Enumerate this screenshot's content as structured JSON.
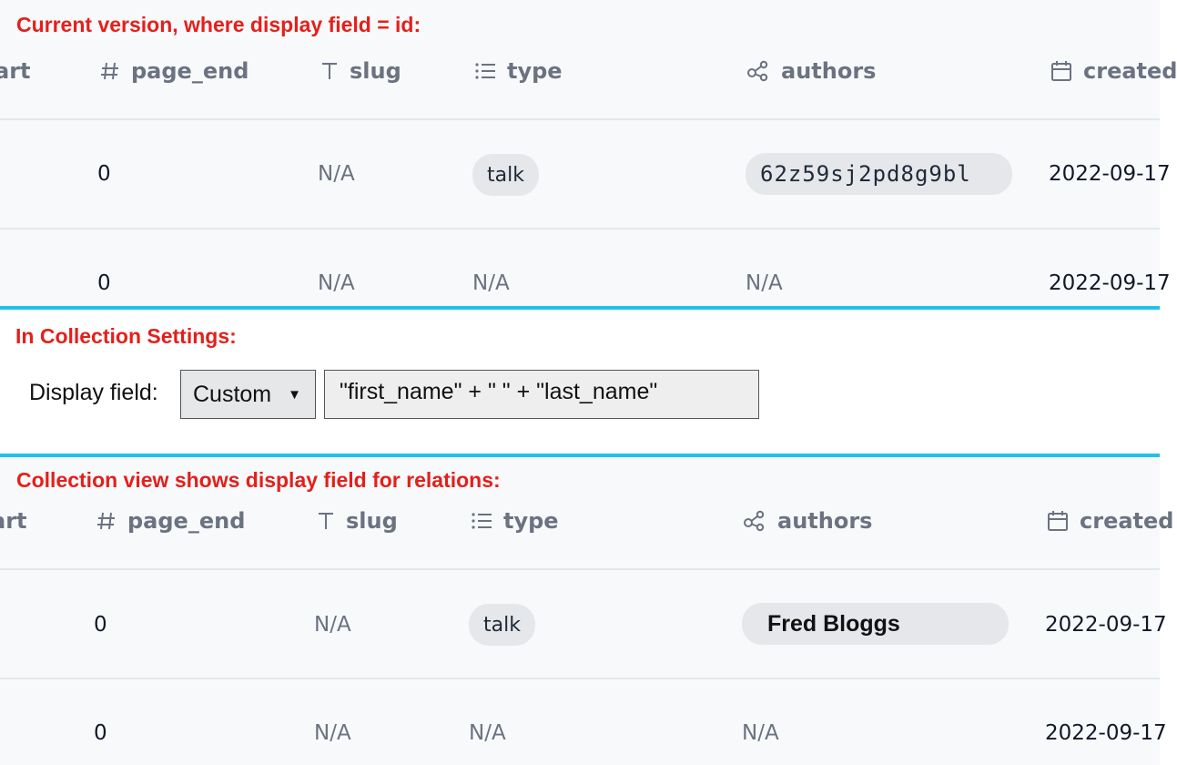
{
  "captions": {
    "top": "Current version, where display field = id:",
    "middle": "In Collection Settings:",
    "bottom": "Collection view shows display field for relations:"
  },
  "columns": {
    "start_partial": "art",
    "page_end": "page_end",
    "slug": "slug",
    "type": "type",
    "authors": "authors",
    "created_partial": "created"
  },
  "icons": {
    "page_end": "hash-icon",
    "slug": "text-icon",
    "type": "list-icon",
    "authors": "relation-icon",
    "created": "calendar-icon"
  },
  "top_table": {
    "rows": [
      {
        "page_end": "0",
        "slug": "N/A",
        "type": "talk",
        "authors": "62z59sj2pd8g9bl",
        "created": "2022-09-17"
      },
      {
        "page_end": "0",
        "slug": "N/A",
        "type": "N/A",
        "authors": "N/A",
        "created": "2022-09-17"
      }
    ]
  },
  "settings": {
    "display_field_label": "Display field:",
    "display_field_select": "Custom",
    "display_field_template": "\"first_name\" + \" \" + \"last_name\""
  },
  "bottom_table": {
    "rows": [
      {
        "page_end": "0",
        "slug": "N/A",
        "type": "talk",
        "authors": "Fred Bloggs",
        "created": "2022-09-17"
      },
      {
        "page_end": "0",
        "slug": "N/A",
        "type": "N/A",
        "authors": "N/A",
        "created": "2022-09-17"
      }
    ]
  },
  "colors": {
    "caption_red": "#e3201b",
    "divider_cyan": "#1ec3ec",
    "chip_gray": "#e5e7eb",
    "muted_text": "#6b7280"
  }
}
